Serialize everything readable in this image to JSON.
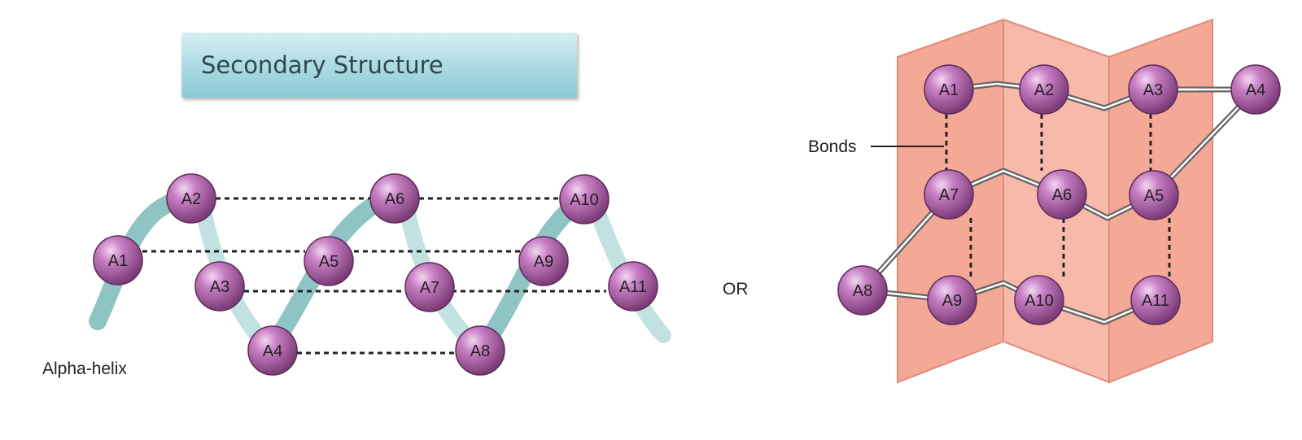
{
  "title": "Secondary Structure",
  "helix": {
    "label": "Alpha-helix",
    "residues": [
      "A1",
      "A2",
      "A3",
      "A4",
      "A5",
      "A6",
      "A7",
      "A8",
      "A9",
      "A10",
      "A11"
    ]
  },
  "or_label": "OR",
  "sheet": {
    "bonds_label": "Bonds",
    "residues": [
      "A1",
      "A2",
      "A3",
      "A4",
      "A5",
      "A6",
      "A7",
      "A8",
      "A9",
      "A10",
      "A11"
    ]
  },
  "colors": {
    "residue": "#b165ae",
    "ribbon": "#9fcfcf",
    "sheet": "#f3a08f",
    "title_box": "#a9d9e2"
  }
}
